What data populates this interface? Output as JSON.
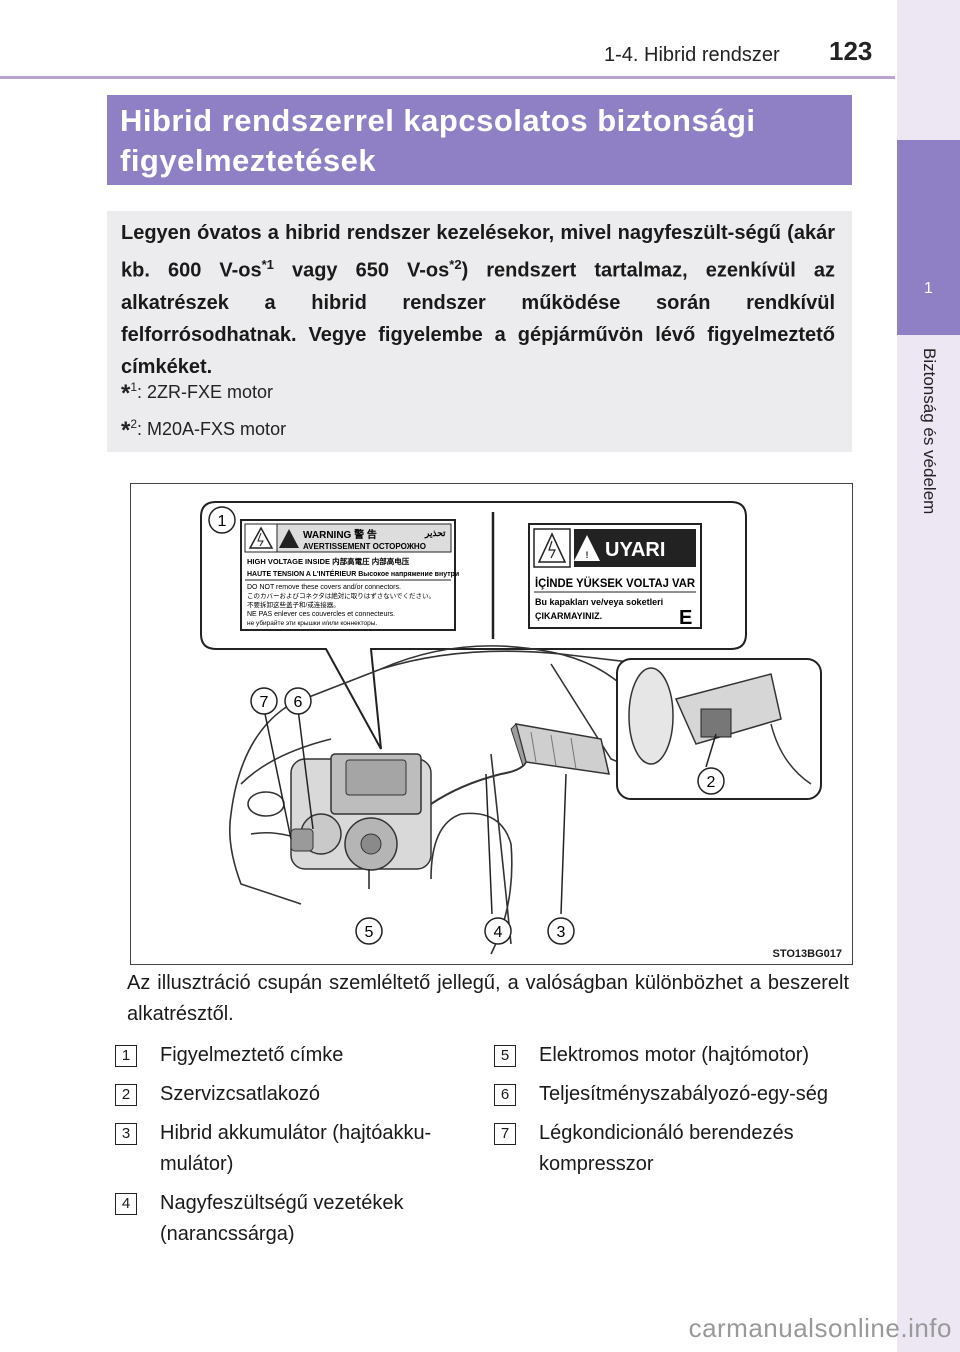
{
  "header": {
    "section": "1-4. Hibrid rendszer",
    "page_number": "123"
  },
  "side_tab": {
    "number": "1",
    "label": "Biztonság és védelem"
  },
  "title": "Hibrid rendszerrel kapcsolatos biztonsági figyelmeztetések",
  "intro": {
    "text_part1": "Legyen óvatos a hibrid rendszer kezelésekor, mivel nagyfeszült-ségű (akár kb. 600 V-os",
    "sup1": "*1",
    "text_part2": " vagy 650 V-os",
    "sup2": "*2",
    "text_part3": ") rendszert tartalmaz, ezenkívül az alkatrészek a hibrid rendszer működése során rendkívül felforrósodhatnak. Vegye figyelembe a gépjárművön lévő figyelmeztető címkéket.",
    "footnotes": [
      {
        "star": "*",
        "sup": "1",
        "text": ": 2ZR-FXE motor"
      },
      {
        "star": "*",
        "sup": "2",
        "text": ": M20A-FXS motor"
      }
    ]
  },
  "figure": {
    "code": "STO13BG017",
    "label_left": {
      "warning_head": "WARNING 警 告",
      "warning_sub": "AVERTISSEMENT  ОСТОРОЖНО",
      "arabic": "تحذير",
      "line1": "HIGH VOLTAGE INSIDE  内部高電圧  内部高电压",
      "line2": "HAUTE TENSION A L'INTÉRIEUR  Высокое напряжение внутри",
      "line3": "DO NOT remove these covers and/or connectors.",
      "line4": "このカバーおよびコネクタは絶対に取りはずさないでください。",
      "line5": "不要拆卸这些盖子和/或连接器。",
      "line6": "NE PAS enlever ces couvercles et connecteurs.",
      "line7": "не убирайте эти крышки и/или коннекторы."
    },
    "label_right": {
      "warning_word": "UYARI",
      "line1": "İÇİNDE YÜKSEK VOLTAJ VAR",
      "line2": "Bu kapakları ve/veya soketleri",
      "line3": "ÇIKARMAYINIZ.",
      "letter": "E"
    },
    "callouts": [
      "1",
      "2",
      "3",
      "4",
      "5",
      "6",
      "7"
    ]
  },
  "caption": "Az illusztráció csupán szemléltető jellegű, a valóságban különbözhet a beszerelt alkatrésztől.",
  "list_left": [
    {
      "num": "1",
      "text": "Figyelmeztető címke"
    },
    {
      "num": "2",
      "text": "Szervizcsatlakozó"
    },
    {
      "num": "3",
      "text": "Hibrid akkumulátor (hajtóakku-mulátor)"
    },
    {
      "num": "4",
      "text": "Nagyfeszültségű vezetékek (narancssárga)"
    }
  ],
  "list_right": [
    {
      "num": "5",
      "text": "Elektromos motor (hajtómotor)"
    },
    {
      "num": "6",
      "text": "Teljesítményszabályozó-egy-ség"
    },
    {
      "num": "7",
      "text": "Légkondicionáló berendezés kompresszor"
    }
  ],
  "watermark": "carmanualsonline.info"
}
